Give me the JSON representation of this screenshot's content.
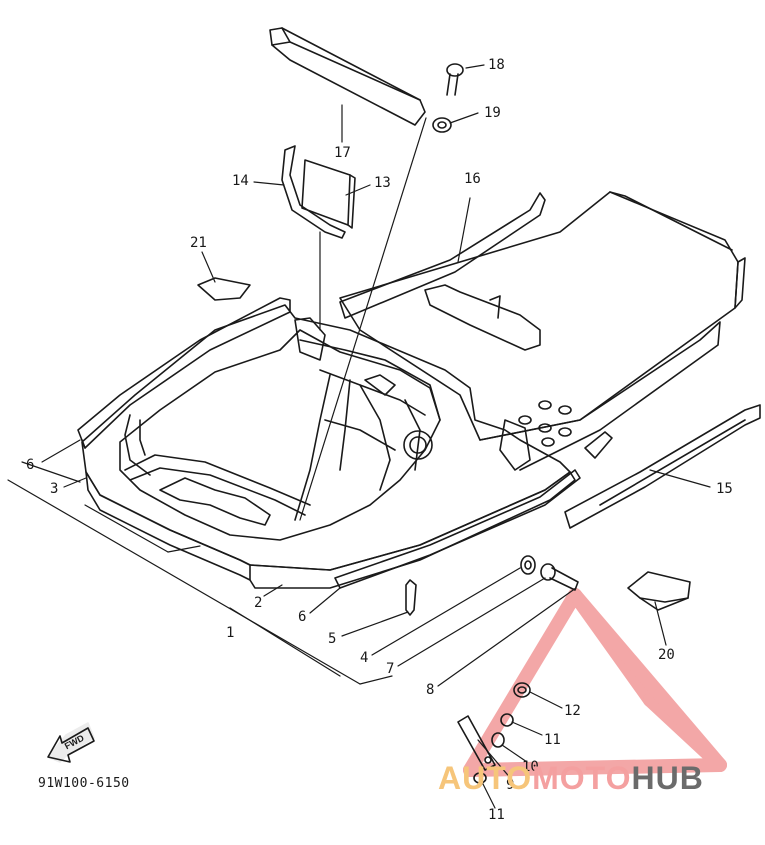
{
  "diagram": {
    "part_code": "91W100-6150",
    "fwd_badge": "FWD",
    "watermark": {
      "part1": "AUTO",
      "part2": "MOTO",
      "part3": "HUB",
      "colors": {
        "auto": "#f6c57a",
        "moto": "#f4a0a0",
        "hub": "#6b6b6b",
        "triangle": "#f08a8a"
      }
    },
    "callouts": [
      {
        "id": "c18",
        "label": "18"
      },
      {
        "id": "c19",
        "label": "19"
      },
      {
        "id": "c17",
        "label": "17"
      },
      {
        "id": "c14",
        "label": "14"
      },
      {
        "id": "c13",
        "label": "13"
      },
      {
        "id": "c16",
        "label": "16"
      },
      {
        "id": "c21",
        "label": "21"
      },
      {
        "id": "c6a",
        "label": "6"
      },
      {
        "id": "c3",
        "label": "3"
      },
      {
        "id": "c15",
        "label": "15"
      },
      {
        "id": "c2",
        "label": "2"
      },
      {
        "id": "c6b",
        "label": "6"
      },
      {
        "id": "c1",
        "label": "1"
      },
      {
        "id": "c5",
        "label": "5"
      },
      {
        "id": "c4",
        "label": "4"
      },
      {
        "id": "c7",
        "label": "7"
      },
      {
        "id": "c8",
        "label": "8"
      },
      {
        "id": "c20",
        "label": "20"
      },
      {
        "id": "c12",
        "label": "12"
      },
      {
        "id": "c11a",
        "label": "11"
      },
      {
        "id": "c10",
        "label": "10"
      },
      {
        "id": "c9",
        "label": "9"
      },
      {
        "id": "c11b",
        "label": "11"
      }
    ]
  }
}
